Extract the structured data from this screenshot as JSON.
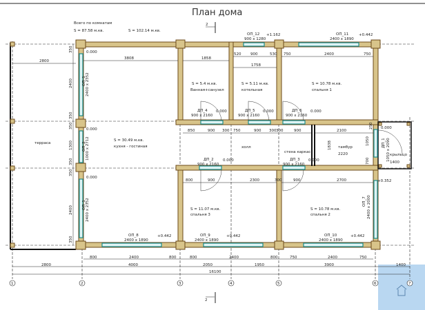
{
  "title": "План дома",
  "summary": {
    "label": "Всего по комнатам",
    "area_rooms": "S  =  87.58 м.кв.",
    "area_total": "S  = 102.14 м.кв."
  },
  "section_mark": "2",
  "rooms": [
    {
      "area": "S  = 5.4 м.кв.",
      "name": "Ванная+санузел"
    },
    {
      "area": "S  = 5.11 м.кв.",
      "name": "котельная"
    },
    {
      "area": "S  = 10.78 м.кв.",
      "name": "спальня 1"
    },
    {
      "area": "S  = 30.49 м.кв.",
      "name": "кухня - гостиная"
    },
    {
      "area": "S  = 11.07 м.кв.",
      "name": "спальня 3"
    },
    {
      "area": "S  = 10.78 м.кв.",
      "name": "спальня 2"
    }
  ],
  "labels": {
    "terrace": "терраса",
    "hall": "холл",
    "frame_wall": "стена каркас",
    "vestibule": "тамбур",
    "vestibule_dim": "2220",
    "porch": "крыльцо",
    "porch_dim": "1400"
  },
  "openings": [
    {
      "id": "ОП_12",
      "size": "900 x 1280",
      "level": "+1.162"
    },
    {
      "id": "ОП_11",
      "size": "2400 x 1890",
      "level": "+0.442"
    },
    {
      "id": "ОП_1",
      "size": "2400 x 2352",
      "level": "0.000"
    },
    {
      "id": "ОП_2",
      "size": "1000 x 2712",
      "level": "0.000"
    },
    {
      "id": "ОП_1",
      "size": "2400 x 2352",
      "level": "0.000"
    },
    {
      "id": "ОП_8",
      "size": "2400 x 1890",
      "level": "+0.442"
    },
    {
      "id": "ОП_9",
      "size": "2400 x 1890",
      "level": "+0.442"
    },
    {
      "id": "ОП_10",
      "size": "2400 x 1890",
      "level": "+0.442"
    },
    {
      "id": "ОП_7",
      "size": "2400 x 2000",
      "level": "+0.352"
    }
  ],
  "doors": [
    {
      "id": "ДП_4",
      "size": "900 x 2160",
      "level": "0.000"
    },
    {
      "id": "ДП_5",
      "size": "900 x 2160",
      "level": "0.000"
    },
    {
      "id": "ДП_6",
      "size": "900 x 2160",
      "level": "0.000"
    },
    {
      "id": "ДП_2",
      "size": "900 x 2160",
      "level": "0.000"
    },
    {
      "id": "ДП_3",
      "size": "900 x 2160",
      "level": "0.000"
    },
    {
      "id": "ДП_1",
      "size": "1050 x 2090",
      "level": "0.000"
    }
  ],
  "dims": [
    "3808",
    "1858",
    "520",
    "900",
    "530",
    "750",
    "2400",
    "750",
    "1758",
    "2800",
    "850",
    "900",
    "300",
    "750",
    "900",
    "300",
    "300",
    "900",
    "2100",
    "1050",
    "1838",
    "800",
    "900",
    "2300",
    "300",
    "900",
    "2700",
    "800",
    "2400",
    "800",
    "800",
    "2400",
    "800",
    "750",
    "2400",
    "750",
    "2800",
    "4000",
    "2050",
    "1950",
    "3900",
    "1400",
    "16100",
    "350",
    "2400",
    "350",
    "350",
    "1300",
    "350",
    "350",
    "2400",
    "350",
    "250",
    "700"
  ],
  "axes": [
    "1",
    "2",
    "3",
    "4",
    "5",
    "6",
    "7"
  ]
}
